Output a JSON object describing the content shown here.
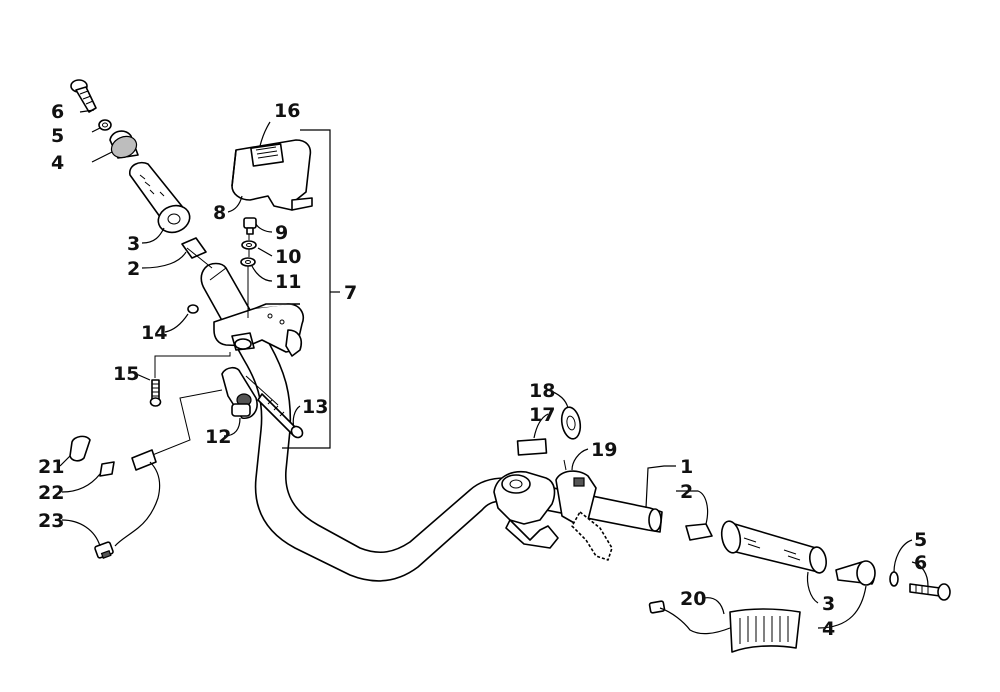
{
  "callouts": [
    {
      "id": "c6a",
      "text": "6"
    },
    {
      "id": "c5a",
      "text": "5"
    },
    {
      "id": "c4a",
      "text": "4"
    },
    {
      "id": "c3a",
      "text": "3"
    },
    {
      "id": "c2a",
      "text": "2"
    },
    {
      "id": "c16",
      "text": "16"
    },
    {
      "id": "c8",
      "text": "8"
    },
    {
      "id": "c9",
      "text": "9"
    },
    {
      "id": "c10",
      "text": "10"
    },
    {
      "id": "c11",
      "text": "11"
    },
    {
      "id": "c7",
      "text": "7"
    },
    {
      "id": "c14",
      "text": "14"
    },
    {
      "id": "c15",
      "text": "15"
    },
    {
      "id": "c13",
      "text": "13"
    },
    {
      "id": "c12",
      "text": "12"
    },
    {
      "id": "c21",
      "text": "21"
    },
    {
      "id": "c22",
      "text": "22"
    },
    {
      "id": "c23",
      "text": "23"
    },
    {
      "id": "c18",
      "text": "18"
    },
    {
      "id": "c17",
      "text": "17"
    },
    {
      "id": "c19",
      "text": "19"
    },
    {
      "id": "c1",
      "text": "1"
    },
    {
      "id": "c2b",
      "text": "2"
    },
    {
      "id": "c5b",
      "text": "5"
    },
    {
      "id": "c6b",
      "text": "6"
    },
    {
      "id": "c3b",
      "text": "3"
    },
    {
      "id": "c4b",
      "text": "4"
    },
    {
      "id": "c20",
      "text": "20"
    }
  ]
}
